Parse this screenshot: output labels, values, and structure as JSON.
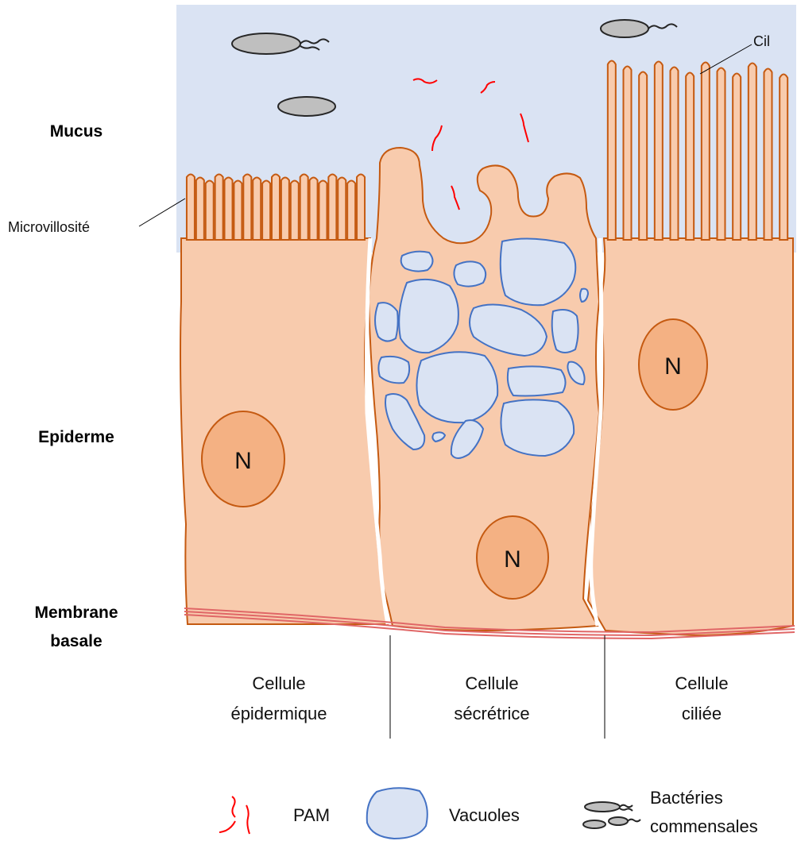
{
  "side_labels": {
    "mucus": "Mucus",
    "epiderme": "Epiderme",
    "membrane_line1": "Membrane",
    "membrane_line2": "basale"
  },
  "callouts": {
    "microvillosite": "Microvillosité",
    "cil": "Cil"
  },
  "cells": [
    {
      "line1": "Cellule",
      "line2": "épidermique"
    },
    {
      "line1": "Cellule",
      "line2": "sécrétrice"
    },
    {
      "line1": "Cellule",
      "line2": "ciliée"
    }
  ],
  "nucleus_label": "N",
  "legend": {
    "pam": "PAM",
    "vacuoles": "Vacuoles",
    "bacteries_line1": "Bactéries",
    "bacteries_line2": "commensales"
  },
  "colors": {
    "mucus": "#dae3f3",
    "cell_fill": "#f8cbad",
    "cell_stroke": "#c55a11",
    "nucleus_fill": "#f4b183",
    "vacuole_fill": "#dae3f3",
    "vacuole_stroke": "#4472c4",
    "membrane": "#e06666",
    "pam": "#ff0000",
    "bacteria_fill": "#bfbfbf",
    "bacteria_stroke": "#262626"
  }
}
